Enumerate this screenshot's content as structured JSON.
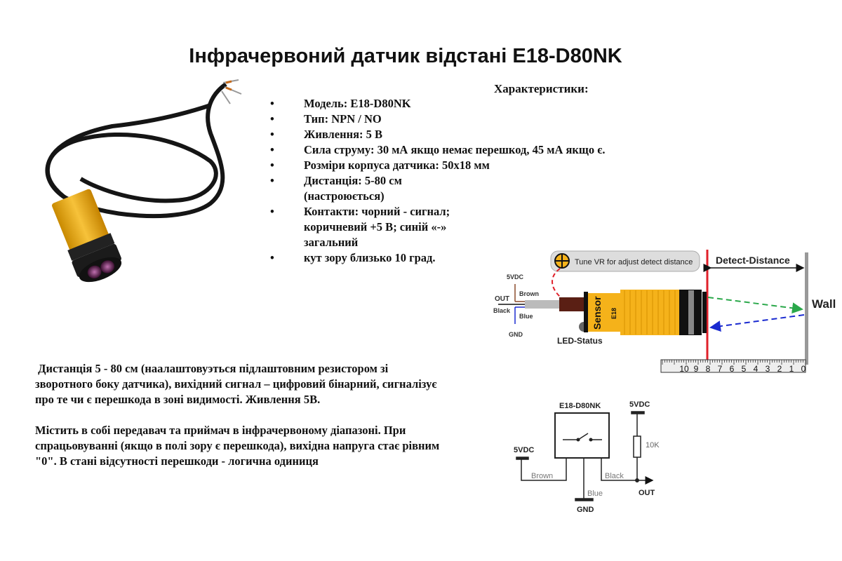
{
  "title": "Інфрачервоний датчик відстані E18-D80NK",
  "specs": {
    "heading": "Характеристики:",
    "items": [
      {
        "text": "Модель: E18-D80NK"
      },
      {
        "text": "Тип: NPN / NO"
      },
      {
        "text": "Живлення: 5 В"
      },
      {
        "text": "Сила струму: 30 мА якщо немає перешкод, 45 мА якщо є."
      },
      {
        "text": "Розміри корпуса датчика: 50х18 мм"
      },
      {
        "text": "Дистанція: 5-80 см (настроюється)"
      },
      {
        "text": "Контакти: чорний - сигнал; коричневий +5 В; синій «-» загальний"
      },
      {
        "text": "кут зору близько 10 град."
      }
    ]
  },
  "description": {
    "p1": " Дистанція 5 - 80 см (наалаштовуэться підлаштовним резистором зі зворотного боку датчика), вихідний сигнал – цифровий бінарний, сигналізує про те чи є перешкода в зоні видимості. Живлення 5В.",
    "p2": "Містить в собі передавач та приймач в інфрачервоному діапазоні. При спрацьовуванні (якщо в полі зору є перешкода), вихідна напруга стає рівним \"0\". В стані відсутності перешкоди - логична одиниця"
  },
  "distance_diagram": {
    "tune_label": "Tune VR for adjust detect distance",
    "detect_label": "Detect-Distance",
    "wall_label": "Wall",
    "led_label": "LED-Status",
    "sensor_label": "Sensor",
    "model_label": "E18",
    "wires": {
      "vdc": "5VDC",
      "out": "OUT",
      "black": "Black",
      "brown": "Brown",
      "blue": "Blue",
      "gnd": "GND"
    },
    "ruler_labels": [
      "10",
      "9",
      "8",
      "7",
      "6",
      "5",
      "4",
      "3",
      "2",
      "1",
      "0"
    ]
  },
  "schematic": {
    "title": "E18-D80NK",
    "vdc_left": "5VDC",
    "vdc_right": "5VDC",
    "resistor": "10K",
    "brown": "Brown",
    "black": "Black",
    "blue": "Blue",
    "gnd": "GND",
    "out": "OUT"
  },
  "colors": {
    "sensor_yellow": "#f5b21a",
    "red_line": "#e0202a",
    "green_ray": "#2aa84a",
    "blue_ray": "#1a2ad0"
  }
}
